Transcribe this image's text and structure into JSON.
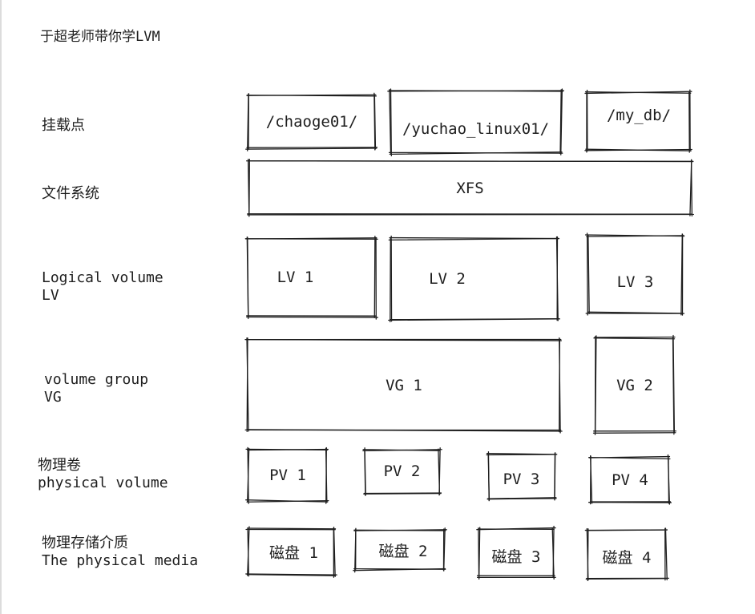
{
  "title": "于超老师带你学LVM",
  "rows": [
    {
      "id": "mount",
      "label": [
        "挂载点"
      ],
      "boxes": [
        "/chaoge01/",
        "/yuchao_linux01/",
        "/my_db/"
      ]
    },
    {
      "id": "fs",
      "label": [
        "文件系统"
      ],
      "boxes": [
        "XFS"
      ]
    },
    {
      "id": "lv",
      "label": [
        "Logical volume",
        "LV"
      ],
      "boxes": [
        "LV 1",
        "LV 2",
        "LV 3"
      ]
    },
    {
      "id": "vg",
      "label": [
        "volume group",
        "VG"
      ],
      "boxes": [
        "VG 1",
        "VG 2"
      ]
    },
    {
      "id": "pv",
      "label": [
        "物理卷",
        "physical volume"
      ],
      "boxes": [
        "PV 1",
        "PV 2",
        "PV 3",
        "PV 4"
      ]
    },
    {
      "id": "disk",
      "label": [
        "物理存储介质",
        "The physical media"
      ],
      "boxes": [
        "磁盘 1",
        "磁盘 2",
        "磁盘 3",
        "磁盘 4"
      ]
    }
  ]
}
